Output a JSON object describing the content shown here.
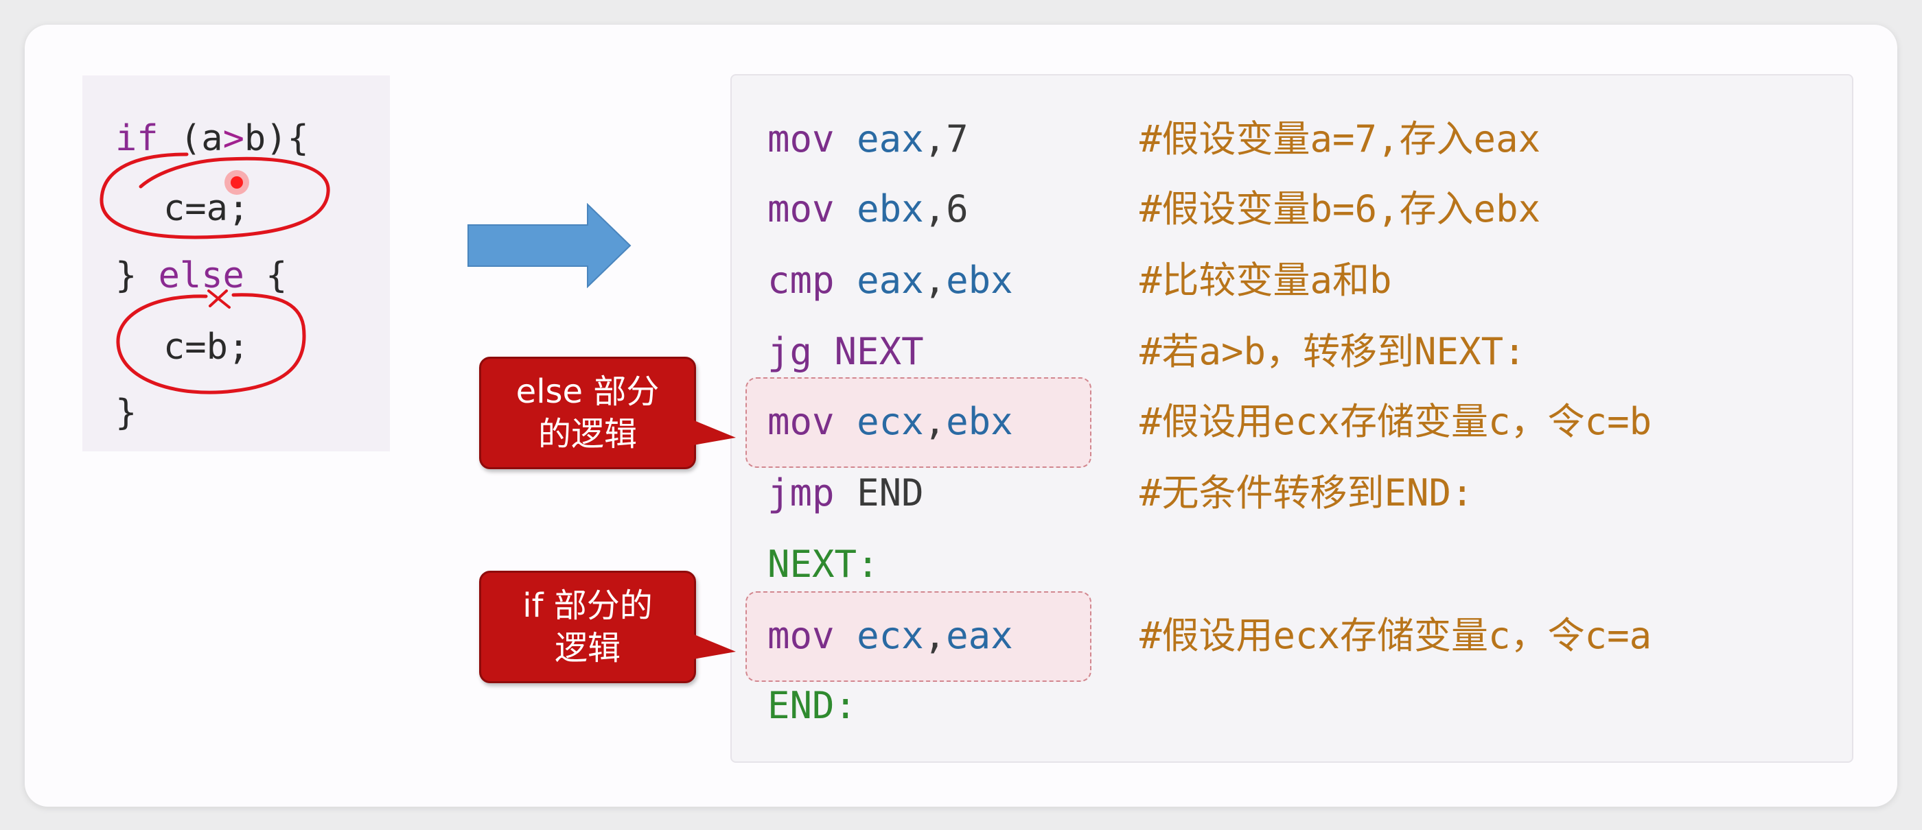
{
  "c_code": {
    "lines": [
      "if (a>b){",
      "c=a;",
      "} else {",
      "c=b;",
      "}"
    ],
    "tokens": {
      "if": "if",
      "cond": "(a",
      "gt": ">",
      "condEnd": "b){",
      "else": "else",
      "closeOpen": "}",
      "openBrace": "{"
    }
  },
  "asm": {
    "rows": [
      {
        "mn": "mov",
        "ops": "eax",
        "sep": ",",
        "arg": "7",
        "comment": "#假设变量a=7,存入eax"
      },
      {
        "mn": "mov",
        "ops": "ebx",
        "sep": ",",
        "arg": "6",
        "comment": "#假设变量b=6,存入ebx"
      },
      {
        "mn": "cmp",
        "ops": "eax",
        "sep": ",",
        "arg": "ebx",
        "comment": "#比较变量a和b"
      },
      {
        "mn": "jg",
        "ops": "NEXT",
        "sep": "",
        "arg": "",
        "comment": "#若a>b，转移到NEXT:"
      },
      {
        "mn": "mov",
        "ops": "ecx",
        "sep": ",",
        "arg": "ebx",
        "comment": "#假设用ecx存储变量c，令c=b"
      },
      {
        "mn": "jmp",
        "ops": "END",
        "sep": "",
        "arg": "",
        "comment": "#无条件转移到END:"
      },
      {
        "label": "NEXT:"
      },
      {
        "mn": "mov",
        "ops": "ecx",
        "sep": ",",
        "arg": "eax",
        "comment": "#假设用ecx存储变量c，令c=a"
      },
      {
        "label": "END:"
      }
    ]
  },
  "callouts": {
    "else_part": "else 部分\n的逻辑",
    "if_part": "if 部分的\n逻辑"
  },
  "colors": {
    "arrow": "#5b9bd5",
    "callout": "#c11212",
    "pen": "#e0141c",
    "comment": "#b8741a",
    "mnemonic": "#7c2f8a",
    "register": "#2a6aa3",
    "label": "#2f8a2f"
  },
  "icons": {
    "arrow": "right-arrow-icon",
    "pointer": "laser-pointer-icon"
  }
}
